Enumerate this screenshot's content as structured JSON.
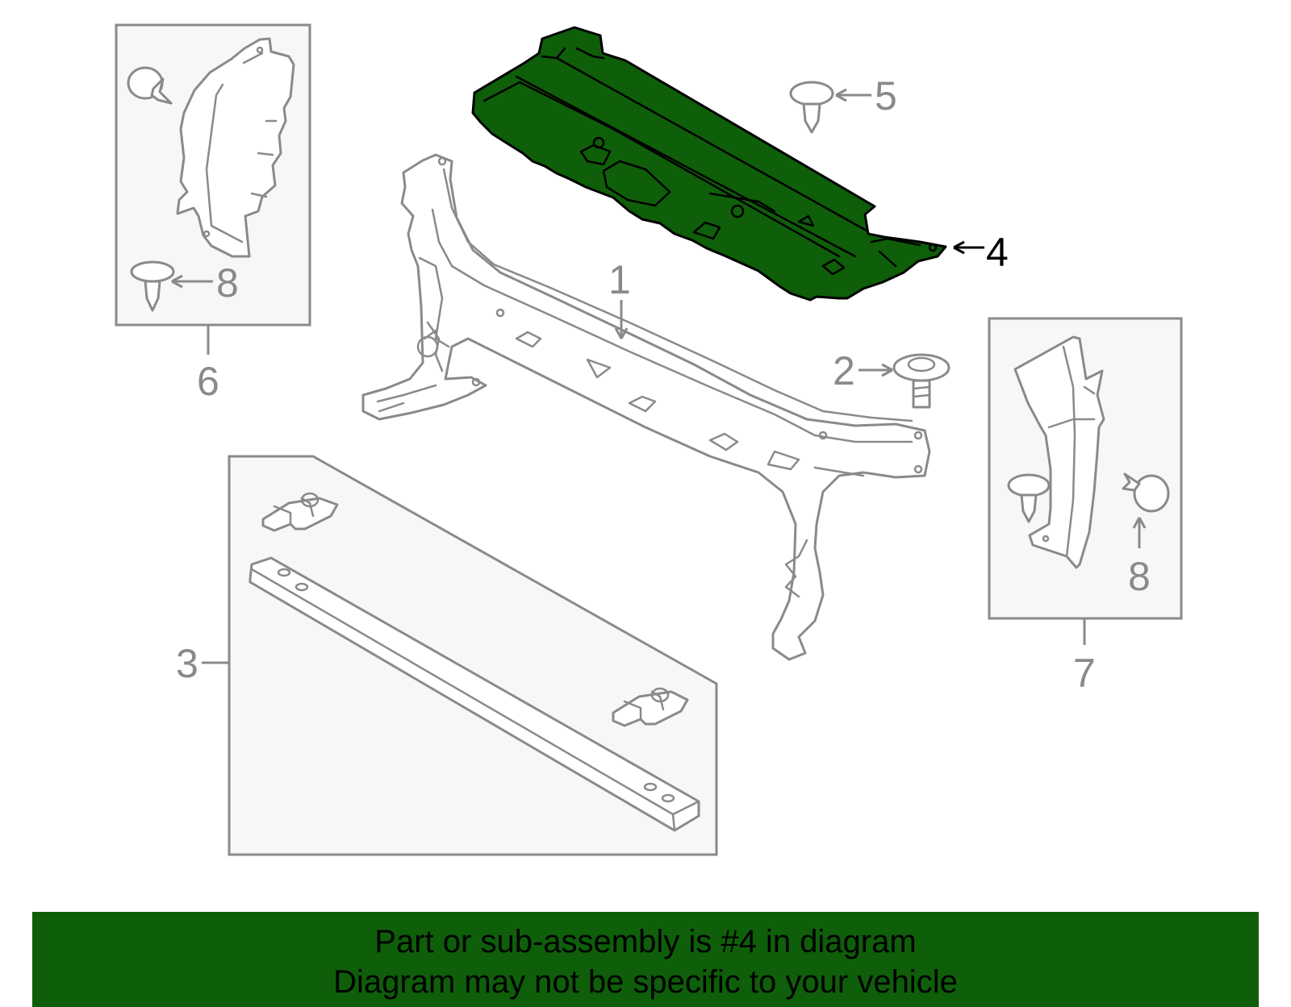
{
  "diagram": {
    "callouts": {
      "c1": "1",
      "c2": "2",
      "c3": "3",
      "c4": "4",
      "c5": "5",
      "c6": "6",
      "c7": "7",
      "c8a": "8",
      "c8b": "8"
    },
    "highlighted_part": "4",
    "colors": {
      "highlight": "#0f5e0a",
      "outline": "#8a8a8a",
      "box_fill": "#f7f7f7"
    }
  },
  "banner": {
    "line1": "Part or sub-assembly is #4 in diagram",
    "line2": "Diagram may not be specific to your vehicle",
    "background": "#0f5e0a"
  }
}
